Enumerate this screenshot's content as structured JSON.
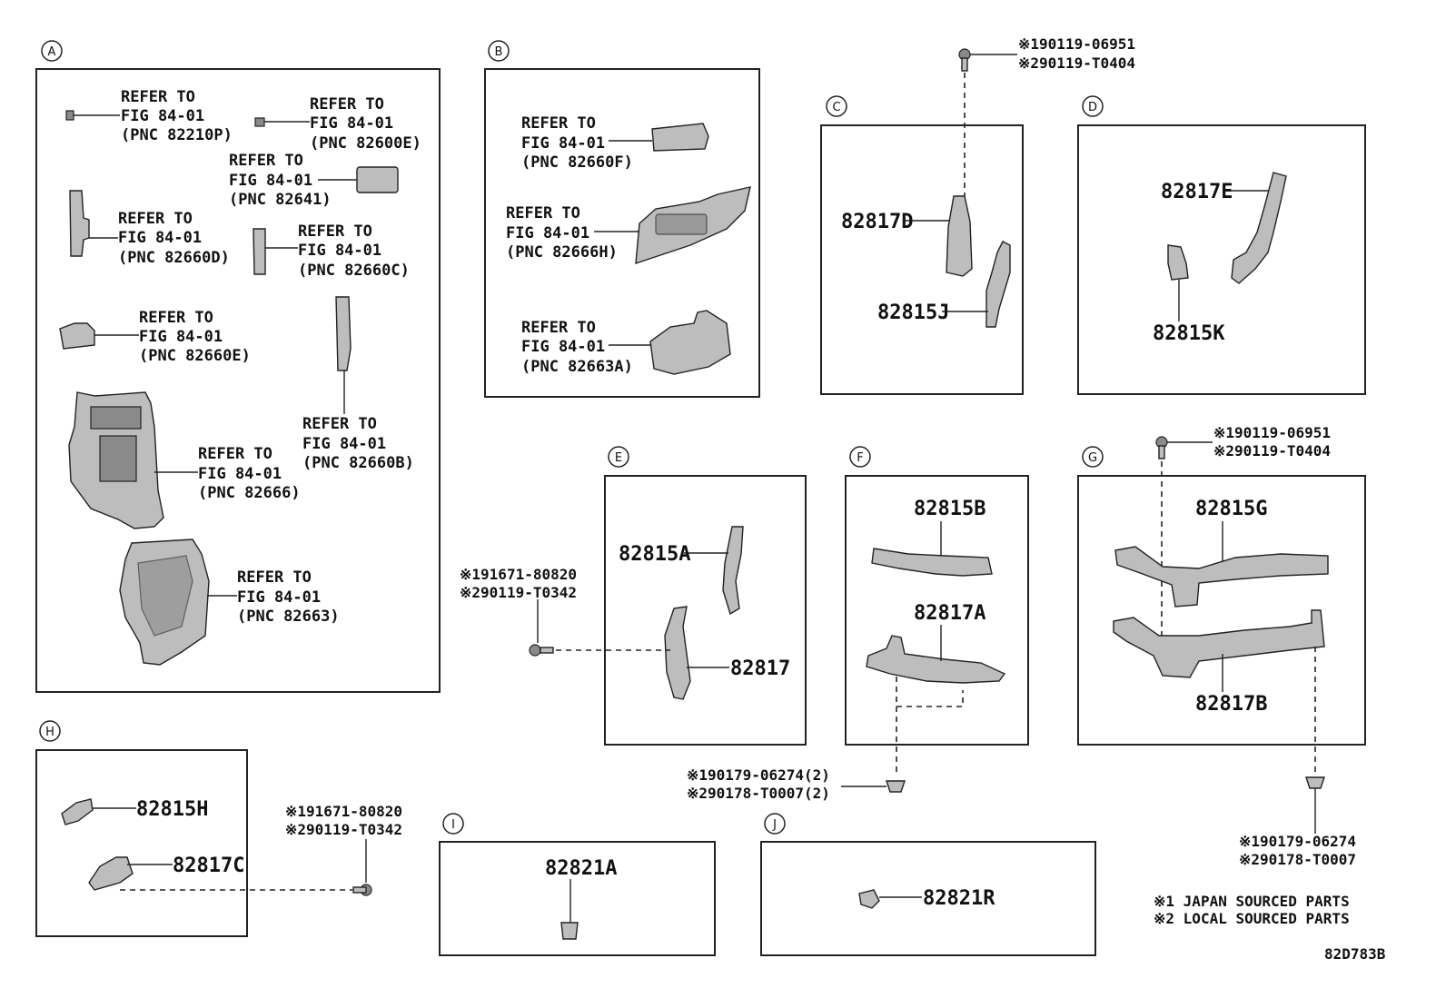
{
  "sections": {
    "A": {
      "label": "A",
      "refs": [
        {
          "l1": "REFER TO",
          "l2": "FIG 84-01",
          "l3": "(PNC 82210P)"
        },
        {
          "l1": "REFER TO",
          "l2": "FIG 84-01",
          "l3": "(PNC 82600E)"
        },
        {
          "l1": "REFER TO",
          "l2": "FIG 84-01",
          "l3": "(PNC 82641)"
        },
        {
          "l1": "REFER TO",
          "l2": "FIG 84-01",
          "l3": "(PNC 82660D)"
        },
        {
          "l1": "REFER TO",
          "l2": "FIG 84-01",
          "l3": "(PNC 82660C)"
        },
        {
          "l1": "REFER TO",
          "l2": "FIG 84-01",
          "l3": "(PNC 82660E)"
        },
        {
          "l1": "REFER TO",
          "l2": "FIG 84-01",
          "l3": "(PNC 82660B)"
        },
        {
          "l1": "REFER TO",
          "l2": "FIG 84-01",
          "l3": "(PNC 82666)"
        },
        {
          "l1": "REFER TO",
          "l2": "FIG 84-01",
          "l3": "(PNC 82663)"
        }
      ]
    },
    "B": {
      "label": "B",
      "refs": [
        {
          "l1": "REFER TO",
          "l2": "FIG 84-01",
          "l3": "(PNC 82660F)"
        },
        {
          "l1": "REFER TO",
          "l2": "FIG 84-01",
          "l3": "(PNC 82666H)"
        },
        {
          "l1": "REFER TO",
          "l2": "FIG 84-01",
          "l3": "(PNC 82663A)"
        }
      ]
    },
    "C": {
      "label": "C",
      "parts": [
        "82817D",
        "82815J"
      ]
    },
    "D": {
      "label": "D",
      "parts": [
        "82817E",
        "82815K"
      ]
    },
    "E": {
      "label": "E",
      "parts": [
        "82815A",
        "82817"
      ]
    },
    "F": {
      "label": "F",
      "parts": [
        "82815B",
        "82817A"
      ]
    },
    "G": {
      "label": "G",
      "parts": [
        "82815G",
        "82817B"
      ]
    },
    "H": {
      "label": "H",
      "parts": [
        "82815H",
        "82817C"
      ]
    },
    "I": {
      "label": "I",
      "parts": [
        "82821A"
      ]
    },
    "J": {
      "label": "J",
      "parts": [
        "82821R"
      ]
    }
  },
  "fasteners": {
    "bolt_c": [
      "※190119-06951",
      "※290119-T0404"
    ],
    "bolt_g": [
      "※190119-06951",
      "※290119-T0404"
    ],
    "bolt_e": [
      "※191671-80820",
      "※290119-T0342"
    ],
    "bolt_h": [
      "※191671-80820",
      "※290119-T0342"
    ],
    "clip_f": [
      "※190179-06274(2)",
      "※290178-T0007(2)"
    ],
    "clip_g": [
      "※190179-06274",
      "※290178-T0007"
    ]
  },
  "legend": [
    "※1 JAPAN SOURCED PARTS",
    "※2 LOCAL SOURCED PARTS"
  ],
  "diagram_code": "82D783B"
}
